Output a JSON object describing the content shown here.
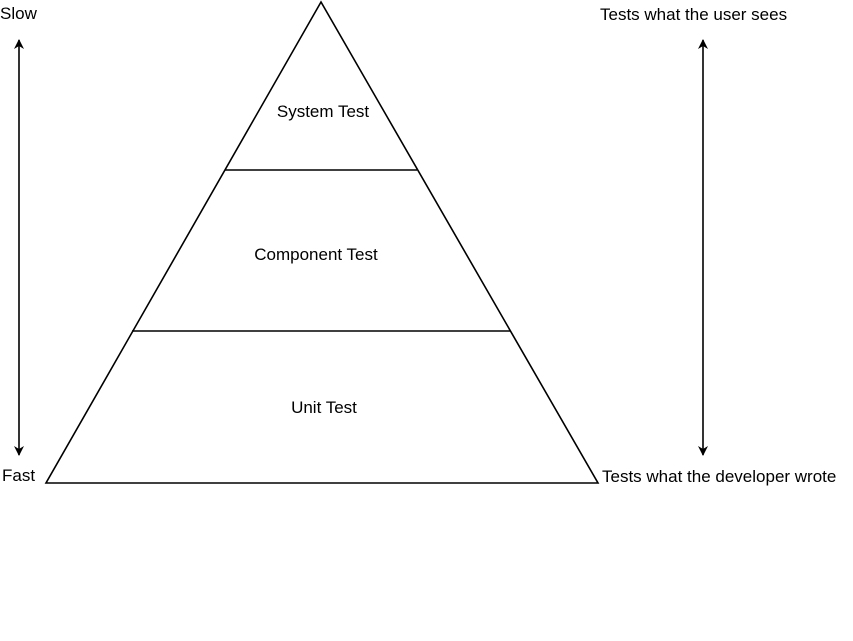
{
  "diagram": {
    "layers": [
      {
        "label": "System Test"
      },
      {
        "label": "Component Test"
      },
      {
        "label": "Unit Test"
      }
    ],
    "left_axis": {
      "top_label": "Slow",
      "bottom_label": "Fast"
    },
    "right_axis": {
      "top_label": "Tests what the user sees",
      "bottom_label": "Tests what the developer wrote"
    },
    "colors": {
      "stroke": "#000000",
      "background": "#ffffff"
    }
  }
}
